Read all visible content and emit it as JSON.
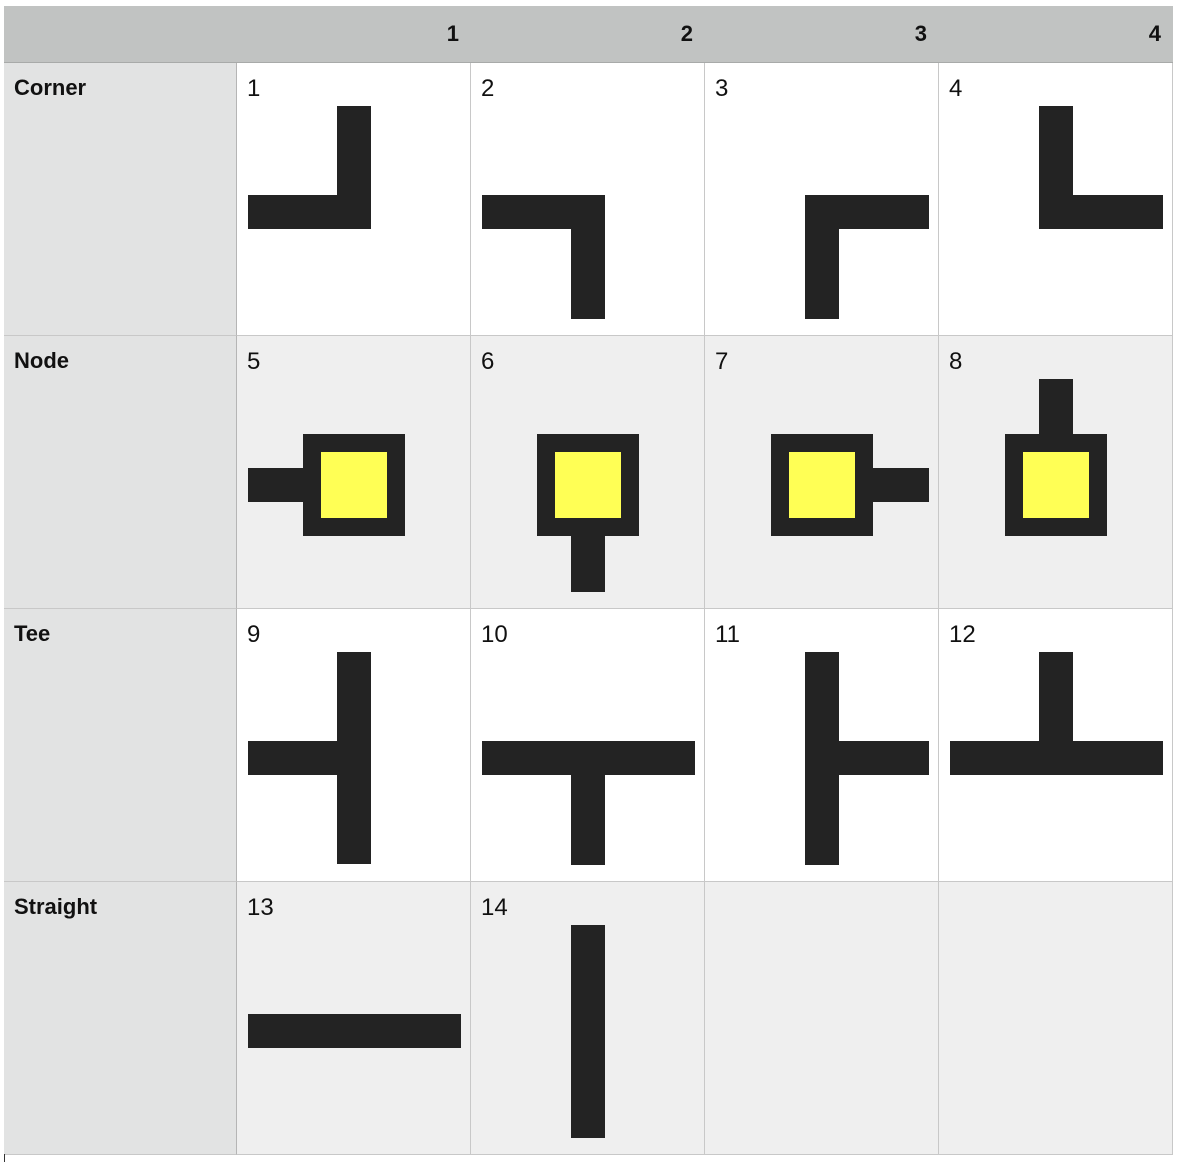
{
  "columns": [
    "1",
    "2",
    "3",
    "4"
  ],
  "rows": [
    {
      "label": "Corner",
      "cells": [
        "1",
        "2",
        "3",
        "4"
      ]
    },
    {
      "label": "Node",
      "cells": [
        "5",
        "6",
        "7",
        "8"
      ]
    },
    {
      "label": "Tee",
      "cells": [
        "9",
        "10",
        "11",
        "12"
      ]
    },
    {
      "label": "Straight",
      "cells": [
        "13",
        "14",
        "",
        ""
      ]
    }
  ],
  "colors": {
    "pipe": "#232323",
    "node_fill": "#ffff55",
    "header": "#c1c3c2",
    "row_header": "#e2e3e3"
  },
  "icons": [
    "corner-left-up",
    "corner-left-down",
    "corner-right-down",
    "corner-right-up",
    "node-left",
    "node-down",
    "node-right",
    "node-up",
    "tee-left",
    "tee-down",
    "tee-right",
    "tee-up",
    "straight-horizontal",
    "straight-vertical"
  ]
}
